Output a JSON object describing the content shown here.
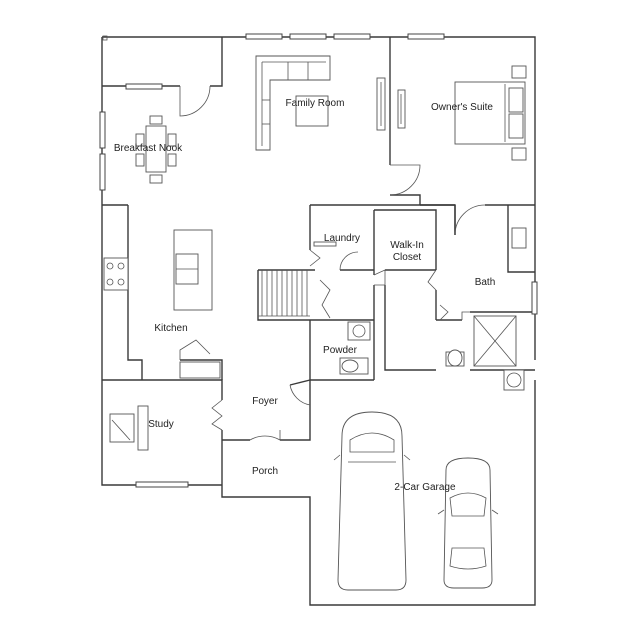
{
  "rooms": {
    "family_room": "Family Room",
    "owners_suite": "Owner's Suite",
    "breakfast_nook": "Breakfast Nook",
    "kitchen": "Kitchen",
    "laundry": "Laundry",
    "walk_in_closet_line1": "Walk-In",
    "walk_in_closet_line2": "Closet",
    "bath": "Bath",
    "powder": "Powder",
    "foyer": "Foyer",
    "study": "Study",
    "porch": "Porch",
    "garage": "2-Car Garage"
  },
  "colors": {
    "wall": "#3a3a3a",
    "fixture": "#555555",
    "background": "#ffffff"
  }
}
